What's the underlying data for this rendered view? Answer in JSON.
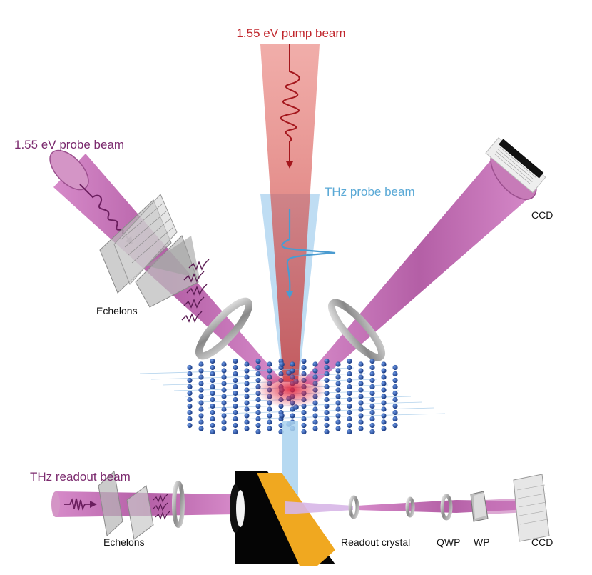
{
  "labels": {
    "pump_beam": "1.55 eV pump beam",
    "probe_beam": "1.55 eV probe beam",
    "thz_probe": "THz probe beam",
    "ccd_top": "CCD",
    "echelons_top": "Echelons",
    "thz_readout": "THz readout beam",
    "echelons_bottom": "Echelons",
    "readout_crystal": "Readout crystal",
    "qwp": "QWP",
    "wp": "WP",
    "ccd_bottom": "CCD"
  },
  "colors": {
    "pump": "#c0262c",
    "probe": "#7b2a6e",
    "thz": "#5aa9d6",
    "beam_fill": "#c46fb5",
    "pump_fill": "#d9544e",
    "thz_fill": "#a9d2ef",
    "atom": "#1e4fae",
    "crystal": "#f0a820"
  }
}
